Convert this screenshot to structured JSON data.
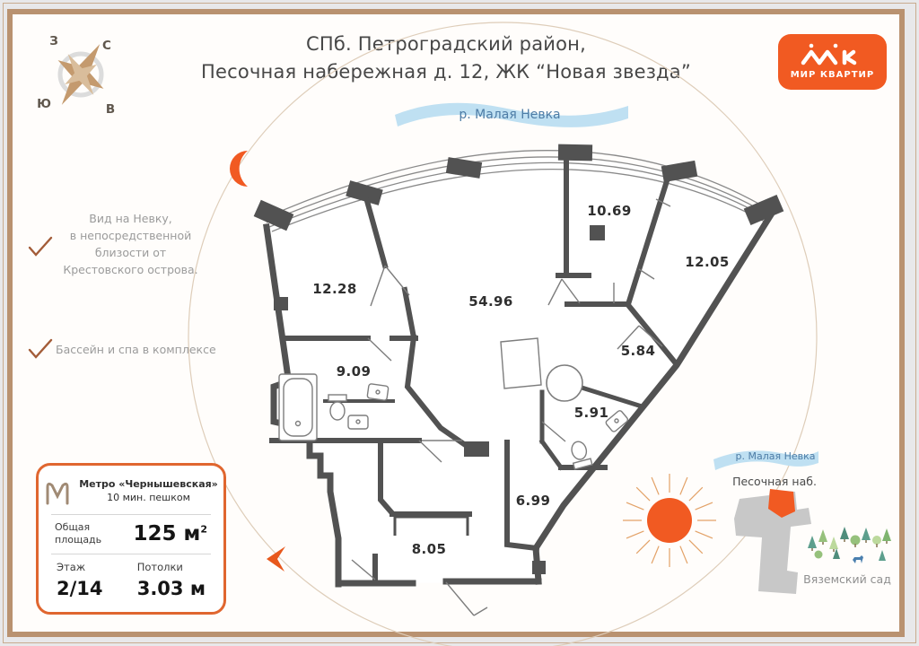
{
  "title": {
    "line1": "СПб. Петроградский район,",
    "line2": "Песочная набережная д. 12,  ЖК “Новая звезда”"
  },
  "compass": {
    "west": "З",
    "north": "С",
    "south": "Ю",
    "east": "В"
  },
  "rivers": {
    "main": "р. Малая Невка",
    "mini": "р. Малая Невка"
  },
  "features": [
    {
      "lines": [
        "Вид на Невку,",
        "в непосредственной",
        "близости  от",
        "Крестовского острова."
      ]
    },
    {
      "lines": [
        "Бассейн и спа в комплексе"
      ]
    }
  ],
  "plan": {
    "rooms": [
      {
        "name": "room-10-69",
        "area": "10.69"
      },
      {
        "name": "room-12-05",
        "area": "12.05"
      },
      {
        "name": "room-12-28",
        "area": "12.28"
      },
      {
        "name": "room-54-96",
        "area": "54.96"
      },
      {
        "name": "room-5-84",
        "area": "5.84"
      },
      {
        "name": "room-9-09",
        "area": "9.09"
      },
      {
        "name": "room-5-91",
        "area": "5.91"
      },
      {
        "name": "room-6-99",
        "area": "6.99"
      },
      {
        "name": "room-8-05",
        "area": "8.05"
      }
    ]
  },
  "minimap": {
    "embankment": "Песочная наб.",
    "park": "Вяземский сад"
  },
  "info_card": {
    "metro_name": "Метро «Чернышевская»",
    "metro_walk": "10 мин. пешком",
    "area_label1": "Общая",
    "area_label2": "площадь",
    "area_value": "125 м",
    "area_sup": "2",
    "floor_label": "Этаж",
    "floor_value": "2/14",
    "ceiling_label": "Потолки",
    "ceiling_value": "3.03 м"
  },
  "logo": {
    "brand": "МИР КВАРТИР"
  },
  "colors": {
    "accent": "#f15a22",
    "wall": "#525252",
    "river": "#bfe0f2",
    "compass_tan": "#c49a6e",
    "border_tan": "#b99270"
  }
}
